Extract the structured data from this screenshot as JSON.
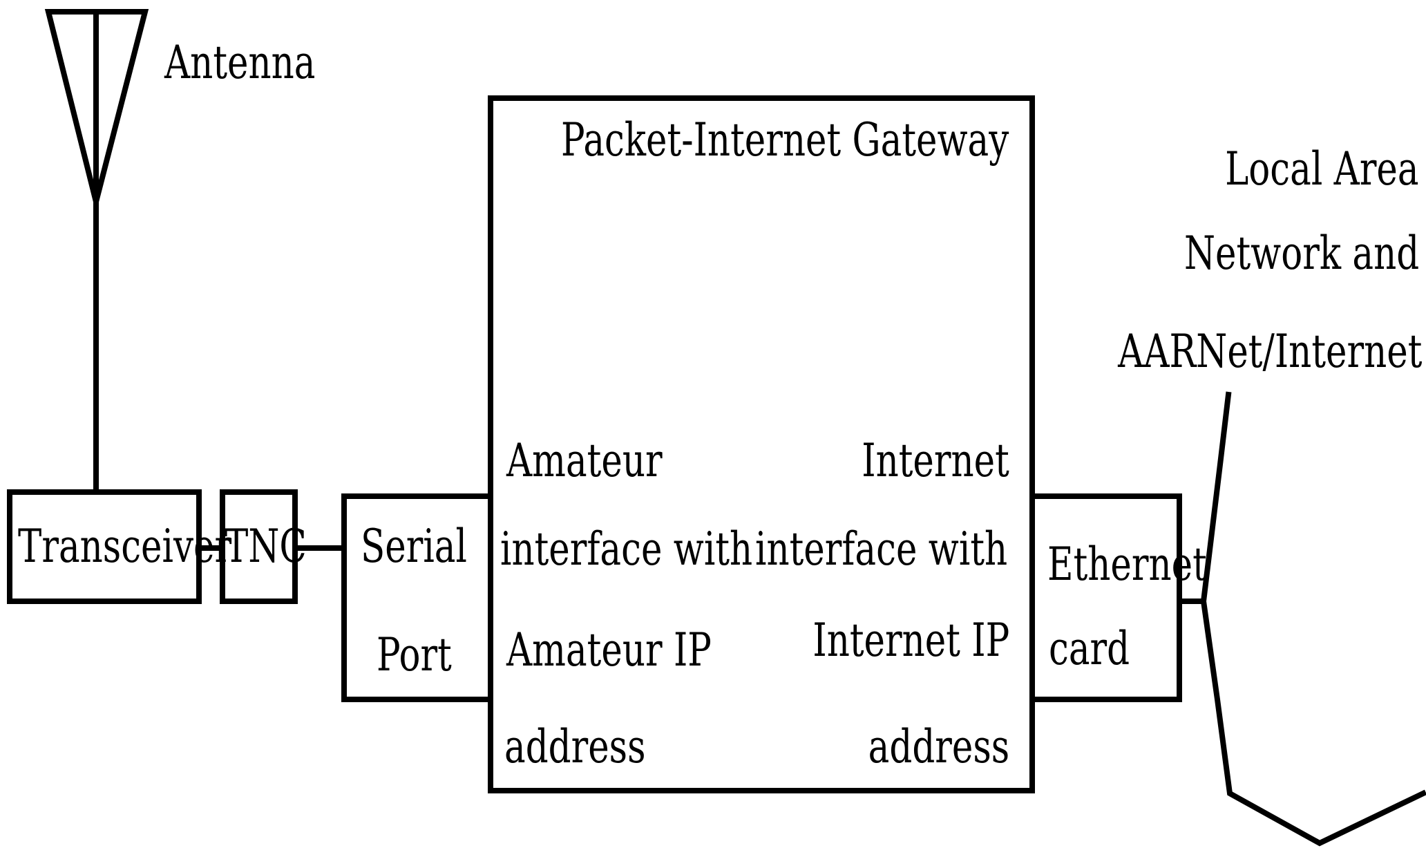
{
  "diagram": {
    "antenna_label": "Antenna",
    "gateway_title": "Packet-Internet Gateway",
    "lan_label_lines": [
      "Local Area",
      "Network and",
      "AARNet/Internet"
    ],
    "transceiver_label": "Transceiver",
    "tnc_label": "TNC",
    "serial_port_lines": [
      "Serial",
      "Port"
    ],
    "amateur_interface_lines": [
      "Amateur",
      "interface with",
      "Amateur IP",
      "address"
    ],
    "internet_interface_lines": [
      "Internet",
      "interface with",
      "Internet IP",
      "address"
    ],
    "ethernet_card_lines": [
      "Ethernet",
      "card"
    ]
  },
  "colors": {
    "line": "#000000",
    "background": "#ffffff"
  }
}
